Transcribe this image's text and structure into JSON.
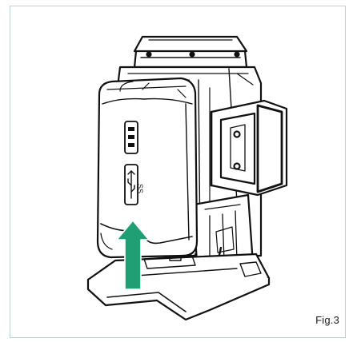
{
  "figure": {
    "label": "Fig.3",
    "frame_color": "#b9d4c8",
    "arrow_color": "#1f9f73",
    "arrow_direction": "up",
    "icons": [
      "laser-level-illustration",
      "battery-pack-illustration",
      "battery-level-indicator-icon",
      "usb-icon",
      "insert-direction-arrow-icon"
    ]
  }
}
